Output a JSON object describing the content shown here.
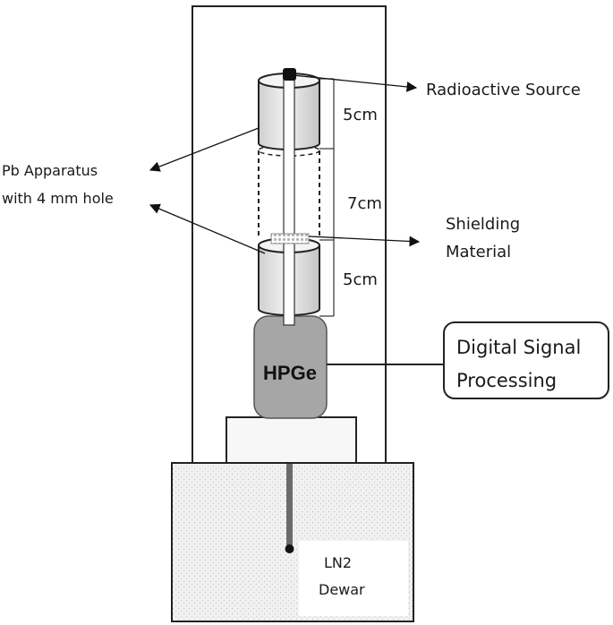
{
  "labels": {
    "source": "Radioactive Source",
    "pb_line1": "Pb Apparatus",
    "pb_line2": "with 4 mm hole",
    "shield_line1": "Shielding",
    "shield_line2": "Material",
    "dim_top": "5cm",
    "dim_mid": "7cm",
    "dim_bottom": "5cm",
    "detector": "HPGe",
    "dsp_line1": "Digital Signal",
    "dsp_line2": "Processing",
    "dewar_line1": "LN2",
    "dewar_line2": "Dewar"
  },
  "colors": {
    "detector_fill": "#a6a6a6",
    "dewar_fill": "#efefef",
    "cylinder_fill": "#e4e4e4",
    "rod": "#6b6b6b"
  }
}
